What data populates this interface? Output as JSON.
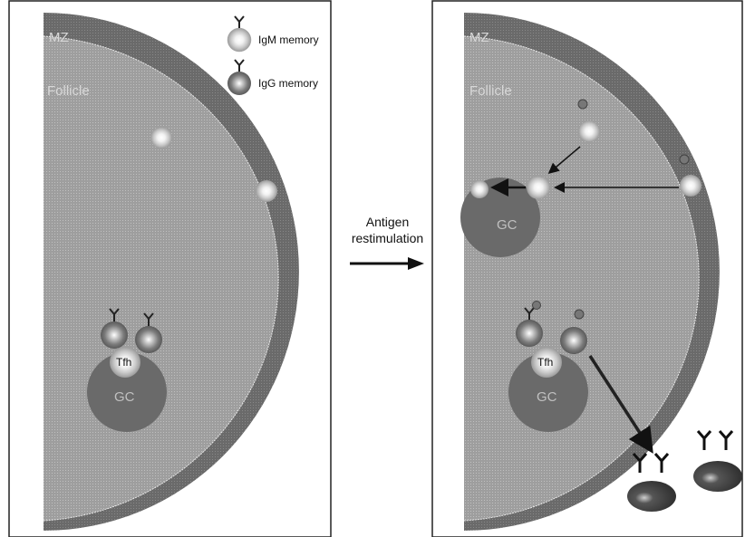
{
  "left_panel": {
    "mz_label": "MZ",
    "follicle_label": "Follicle",
    "gc_label": "GC",
    "tfh_label": "Tfh"
  },
  "legend": {
    "igm_label": "IgM memory",
    "igg_label": "IgG memory"
  },
  "transition": {
    "line1": "Antigen",
    "line2": "restimulation"
  },
  "right_panel": {
    "mz_label": "MZ",
    "follicle_label": "Follicle",
    "gc_top_label": "GC",
    "gc_bottom_label": "GC",
    "tfh_label": "Tfh"
  },
  "colors": {
    "mz_ring": "#6e6e6e",
    "follicle": "#a8a8a8",
    "gc": "#6a6a6a",
    "igm_cell": "#d2d2d2",
    "igg_cell": "#7a7a7a",
    "border": "#222222"
  }
}
